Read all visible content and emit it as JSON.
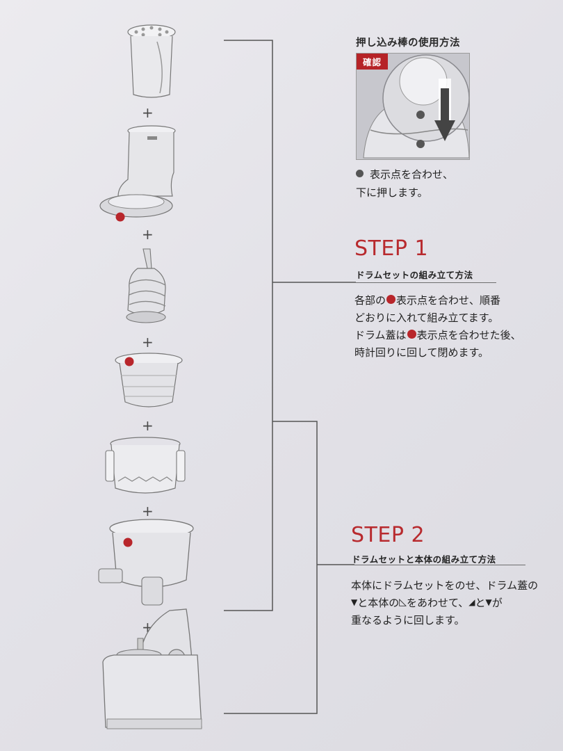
{
  "confirm": {
    "title": "押し込み棒の使用方法",
    "badge": "確認",
    "note_line1": "表示点を合わせ、",
    "note_line2": "下に押します。"
  },
  "step1": {
    "title": "STEP 1",
    "subtitle": "ドラムセットの組み立て方法",
    "line1_a": "各部の",
    "line1_b": "表示点を合わせ、順番",
    "line2": "どおりに入れて組み立てます。",
    "line3_a": "ドラム蓋は",
    "line3_b": "表示点を合わせた後、",
    "line4": "時計回りに回して閉めます。"
  },
  "step2": {
    "title": "STEP 2",
    "subtitle": "ドラムセットと本体の組み立て方法",
    "line1": "本体にドラムセットをのせ、ドラム蓋の",
    "line2_a": "と本体の",
    "line2_b": "をあわせて、",
    "line2_c": "と",
    "line2_d": "が",
    "line3": "重なるように回します。"
  },
  "parts": {
    "plus": "+"
  },
  "colors": {
    "accent_red": "#b82a2e",
    "line_gray": "#6e6e6e"
  }
}
